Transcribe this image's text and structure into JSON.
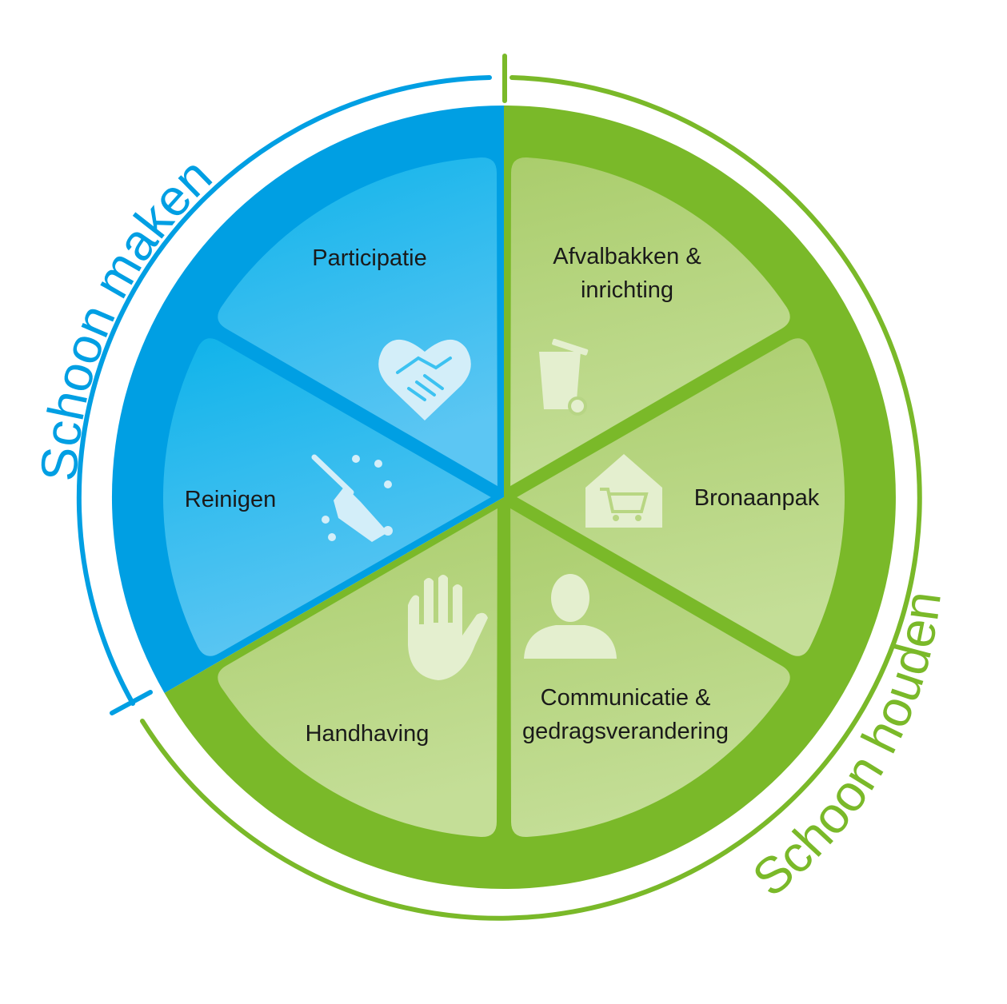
{
  "colors": {
    "blue": "#009fe3",
    "green": "#7ab929",
    "blue_light": "#5bc3f0",
    "blue_mid": "#22b5ea",
    "green_light": "#bcd88a",
    "green_mid": "#afd173",
    "icon_blue": "#d3eef9",
    "icon_green": "#e4efcf"
  },
  "groups": {
    "make": {
      "title": "Schoon maken"
    },
    "keep": {
      "title": "Schoon houden"
    }
  },
  "segments": [
    {
      "id": "participatie",
      "lines": [
        "Participatie"
      ],
      "group": "make",
      "icon": "handshake-heart-icon"
    },
    {
      "id": "reinigen",
      "lines": [
        "Reinigen"
      ],
      "group": "make",
      "icon": "broom-icon"
    },
    {
      "id": "afvalbakken",
      "lines": [
        "Afvalbakken &",
        "inrichting"
      ],
      "group": "keep",
      "icon": "waste-bin-icon"
    },
    {
      "id": "bronaanpak",
      "lines": [
        "Bronaanpak"
      ],
      "group": "keep",
      "icon": "house-cart-icon"
    },
    {
      "id": "communicatie",
      "lines": [
        "Communicatie &",
        "gedragsverandering"
      ],
      "group": "keep",
      "icon": "person-icon"
    },
    {
      "id": "handhaving",
      "lines": [
        "Handhaving"
      ],
      "group": "keep",
      "icon": "stop-hand-icon"
    }
  ]
}
